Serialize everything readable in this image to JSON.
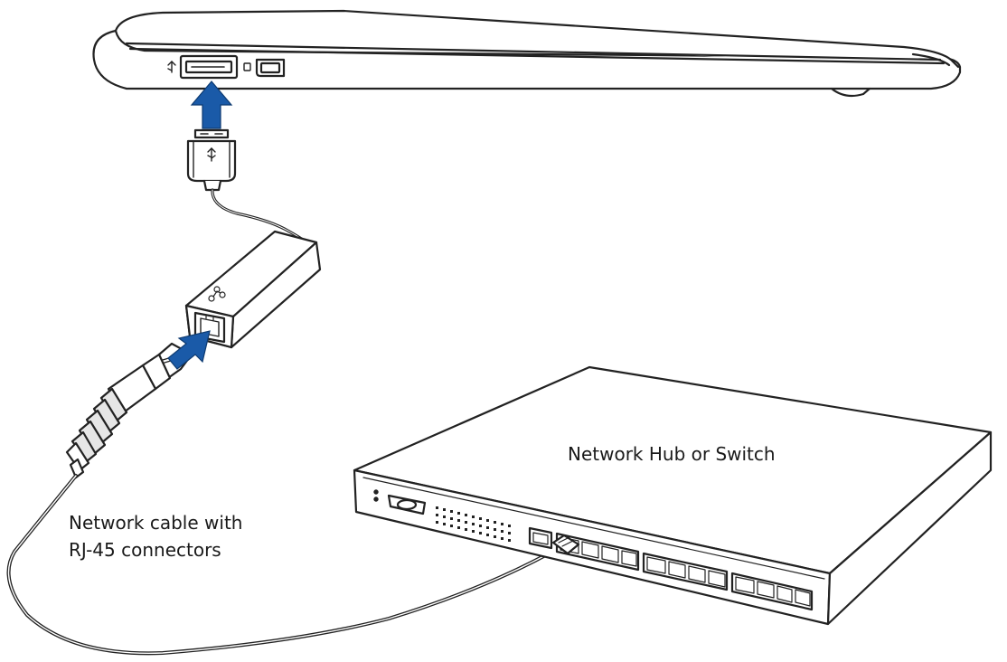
{
  "labels": {
    "switch": "Network Hub or Switch",
    "cable_line1": "Network cable with",
    "cable_line2": "RJ-45 connectors"
  },
  "colors": {
    "line": "#222222",
    "fill": "#ffffff",
    "shade": "#e6e6e6",
    "arrow": "#1a5aa8"
  },
  "icons": {
    "laptop_usb_symbol": "usb-icon",
    "plug_usb_symbol": "usb-icon",
    "adapter_network_symbol": "network-icon"
  }
}
